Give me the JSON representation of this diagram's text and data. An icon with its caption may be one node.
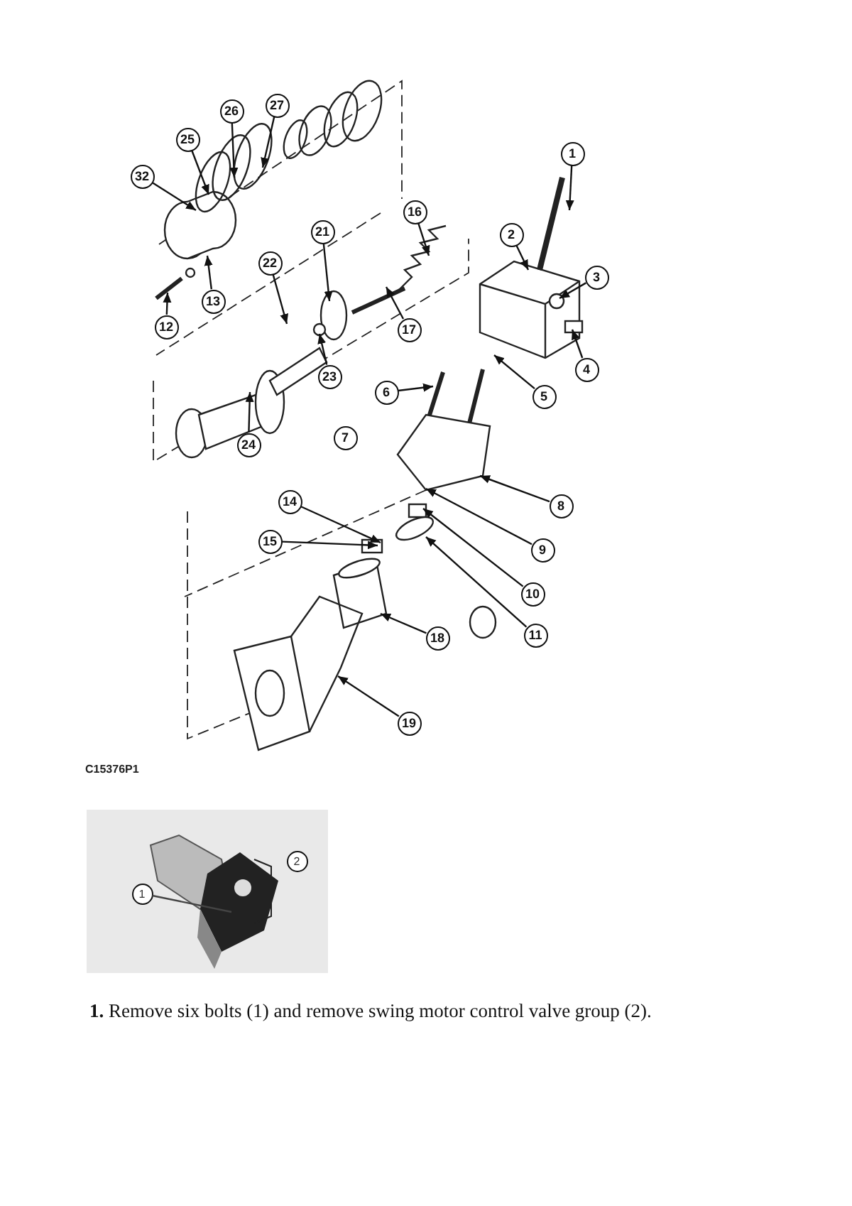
{
  "diagram": {
    "caption": "**1.** Remove six bolts (1) and remove swing motor control valve group (2).",
    "nodes": [
      {
        "text": [
          "26"
        ]
      },
      {
        "text": [
          "27"
        ]
      },
      {
        "text": [
          "1"
        ]
      },
      {
        "text": [
          "25"
        ]
      },
      {
        "text": [
          "32"
        ]
      },
      {
        "text": [
          "16"
        ]
      },
      {
        "text": [
          "21"
        ]
      },
      {
        "text": [
          "2"
        ]
      },
      {
        "text": [
          "3"
        ]
      },
      {
        "text": [
          "22"
        ]
      },
      {
        "text": [
          "17"
        ]
      },
      {
        "text": [
          "13"
        ]
      },
      {
        "text": [
          "12"
        ]
      },
      {
        "text": [
          "23"
        ]
      },
      {
        "text": [
          "4"
        ]
      },
      {
        "text": [
          "6"
        ]
      },
      {
        "text": [
          "5"
        ]
      },
      {
        "text": [
          "24"
        ]
      },
      {
        "text": [
          "7"
        ]
      },
      {
        "text": [
          "8"
        ]
      },
      {
        "text": [
          "14"
        ]
      },
      {
        "text": [
          "9"
        ]
      },
      {
        "text": [
          "15"
        ]
      },
      {
        "text": [
          "10"
        ]
      },
      {
        "text": [
          "11"
        ]
      },
      {
        "text": [
          "18"
        ]
      },
      {
        "text": [
          "19"
        ]
      },
      {
        "text": [],
        "shape": "picture"
      },
      {
        "text": [
          "2"
        ],
        "in": 27
      },
      {
        "text": [
          "1"
        ],
        "in": 27
      }
    ],
    "edges": [
      {
        "from": 0,
        "to": null,
        "arrow": "to"
      },
      {
        "from": 1,
        "to": null,
        "arrow": "to"
      },
      {
        "from": 2,
        "to": null,
        "arrow": "to"
      },
      {
        "from": 3,
        "to": null,
        "arrow": "to"
      },
      {
        "from": 4,
        "to": null,
        "arrow": "to"
      },
      {
        "from": 5,
        "to": null,
        "arrow": "to"
      },
      {
        "from": 6,
        "to": null,
        "arrow": "to"
      },
      {
        "from": 7,
        "to": null,
        "arrow": "to"
      },
      {
        "from": 8,
        "to": null,
        "arrow": "to"
      },
      {
        "from": 9,
        "to": null,
        "arrow": "to"
      },
      {
        "from": 10,
        "to": null,
        "arrow": "to"
      },
      {
        "from": 11,
        "to": null,
        "arrow": "to"
      },
      {
        "from": 12,
        "to": null,
        "arrow": "to"
      },
      {
        "from": 13,
        "to": null,
        "arrow": "to"
      },
      {
        "from": 14,
        "to": null,
        "arrow": "to"
      },
      {
        "from": 15,
        "to": null,
        "arrow": "to"
      },
      {
        "from": 16,
        "to": null,
        "arrow": "to"
      },
      {
        "from": 17,
        "to": null,
        "arrow": "to"
      },
      {
        "from": 19,
        "to": null,
        "arrow": "to"
      },
      {
        "from": 20,
        "to": null,
        "arrow": "to"
      },
      {
        "from": 21,
        "to": null,
        "arrow": "to"
      },
      {
        "from": 22,
        "to": null,
        "arrow": "to"
      },
      {
        "from": 23,
        "to": null,
        "arrow": "to"
      },
      {
        "from": 24,
        "to": null,
        "arrow": "to"
      },
      {
        "from": 25,
        "to": null,
        "arrow": "to"
      },
      {
        "from": 26,
        "to": null,
        "arrow": "to"
      },
      {
        "from": 29,
        "to": null,
        "arrow": "none"
      }
    ],
    "labels": [
      "C15376P1"
    ]
  }
}
